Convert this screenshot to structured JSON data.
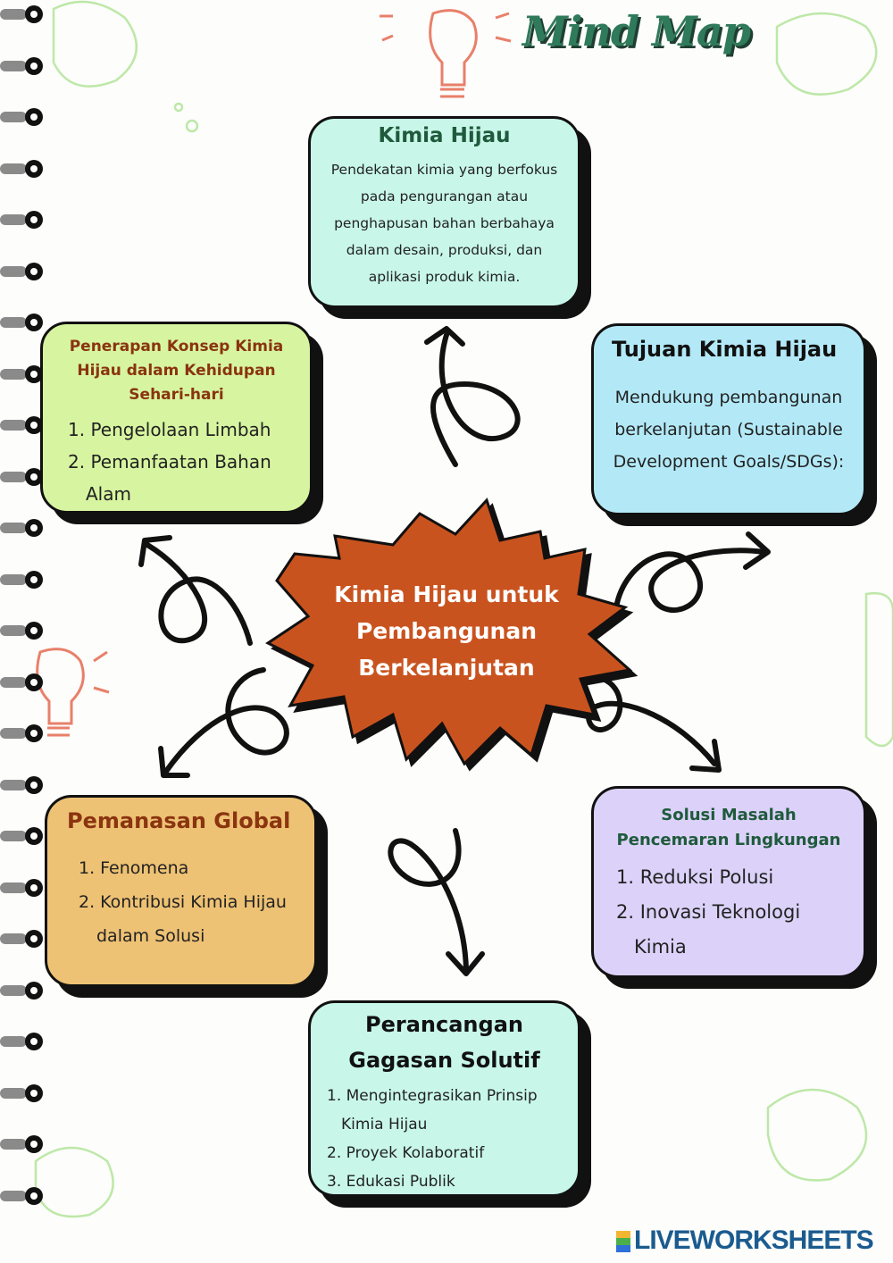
{
  "header": {
    "title": "Mind Map"
  },
  "center": {
    "lines": [
      "Kimia Hijau untuk",
      "Pembangunan",
      "Berkelanjutan"
    ]
  },
  "boxes": {
    "kimia_hijau": {
      "title": "Kimia Hijau",
      "lines": [
        "Pendekatan kimia yang berfokus",
        "pada pengurangan atau",
        "penghapusan bahan berbahaya",
        "dalam desain, produksi, dan",
        "aplikasi produk kimia."
      ],
      "color": "#c8f7e9"
    },
    "penerapan": {
      "title_lines": [
        "Penerapan Konsep Kimia",
        "Hijau dalam Kehidupan",
        "Sehari-hari"
      ],
      "items": [
        "1. Pengelolaan Limbah",
        "2. Pemanfaatan Bahan",
        "Alam"
      ],
      "color": "#d7f5a0"
    },
    "tujuan": {
      "title": "Tujuan Kimia Hijau",
      "lines": [
        "Mendukung pembangunan",
        "berkelanjutan (Sustainable",
        "Development Goals/SDGs):"
      ],
      "color": "#b3e9f7"
    },
    "pemanasan": {
      "title": "Pemanasan Global",
      "items": [
        "1. Fenomena",
        "2. Kontribusi Kimia Hijau",
        "dalam Solusi"
      ],
      "color": "#eec274"
    },
    "solusi": {
      "title_lines": [
        "Solusi Masalah",
        "Pencemaran Lingkungan"
      ],
      "items": [
        "1. Reduksi Polusi",
        "2. Inovasi Teknologi",
        "Kimia"
      ],
      "color": "#dcd2f9"
    },
    "perancangan": {
      "title_lines": [
        "Perancangan",
        "Gagasan Solutif"
      ],
      "items": [
        "1. Mengintegrasikan Prinsip",
        "Kimia Hijau",
        "2. Proyek Kolaboratif",
        "3. Edukasi Publik"
      ],
      "color": "#c8f7e9"
    }
  },
  "footer": {
    "brand": "LIVEWORKSHEETS"
  },
  "colors": {
    "title_green": "#2f7a5a",
    "center_star": "#c9531f",
    "dark_red": "#8a3410",
    "dark_green": "#1f5a3c"
  }
}
